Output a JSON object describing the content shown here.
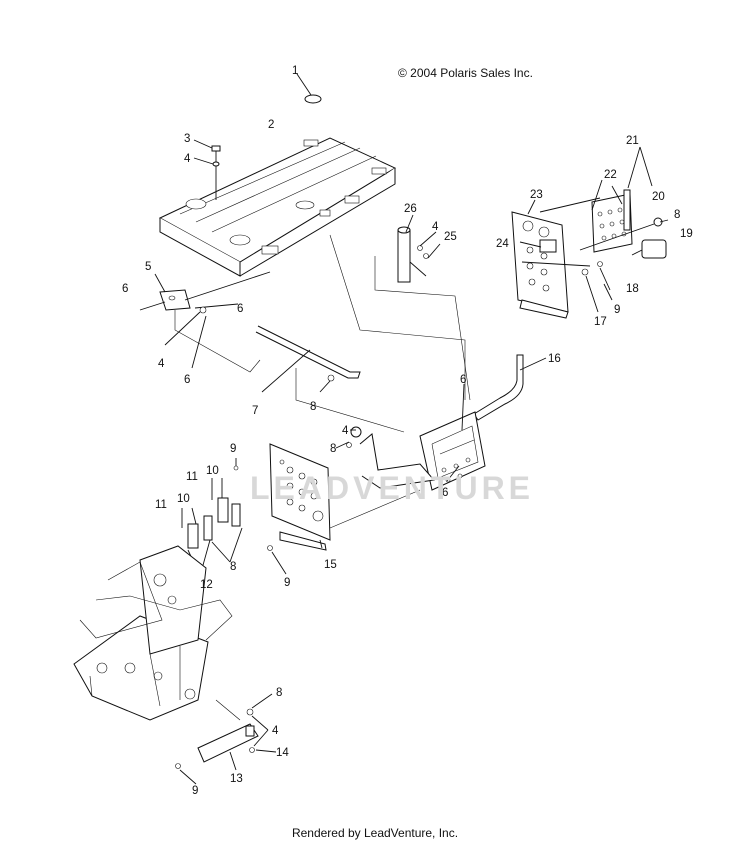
{
  "header": {
    "copyright": "© 2004 Polaris Sales Inc."
  },
  "footer": {
    "rendered_by": "Rendered by LeadVenture, Inc."
  },
  "watermark": {
    "text": "LEADVENTURE"
  },
  "callouts": {
    "c1": "1",
    "c2": "2",
    "c3": "3",
    "c4a": "4",
    "c5": "5",
    "c6a": "6",
    "c6b": "6",
    "c4b": "4",
    "c6c": "6",
    "c7": "7",
    "c8a": "8",
    "c26": "26",
    "c4c": "4",
    "c25": "25",
    "c21": "21",
    "c22": "22",
    "c20": "20",
    "c23": "23",
    "c8b": "8",
    "c19": "19",
    "c24": "24",
    "c18": "18",
    "c17": "17",
    "c9a": "9",
    "c16": "16",
    "c6d": "6",
    "c8c": "8",
    "c4d": "4",
    "c6e": "6",
    "c9b": "9",
    "c11a": "11",
    "c10a": "10",
    "c10b": "10",
    "c11b": "11",
    "c8d": "8",
    "c12": "12",
    "c15": "15",
    "c9c": "9",
    "c8e": "8",
    "c4e": "4",
    "c14": "14",
    "c13": "13",
    "c9d": "9"
  }
}
